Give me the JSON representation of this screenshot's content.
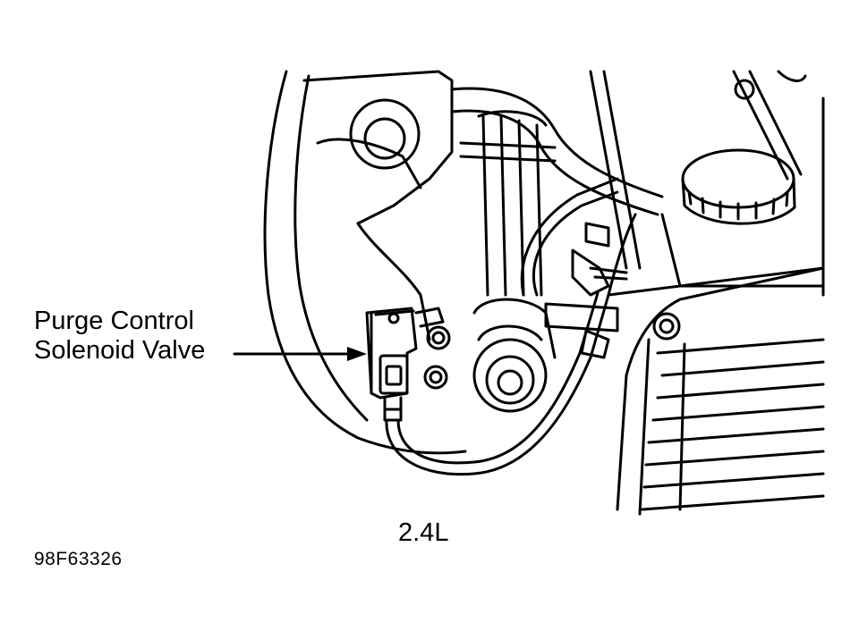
{
  "callout": {
    "line1": "Purge Control",
    "line2": "Solenoid Valve"
  },
  "engine_label": "2.4L",
  "figure_id": "98F63326",
  "colors": {
    "ink": "#000000",
    "background": "#ffffff"
  }
}
